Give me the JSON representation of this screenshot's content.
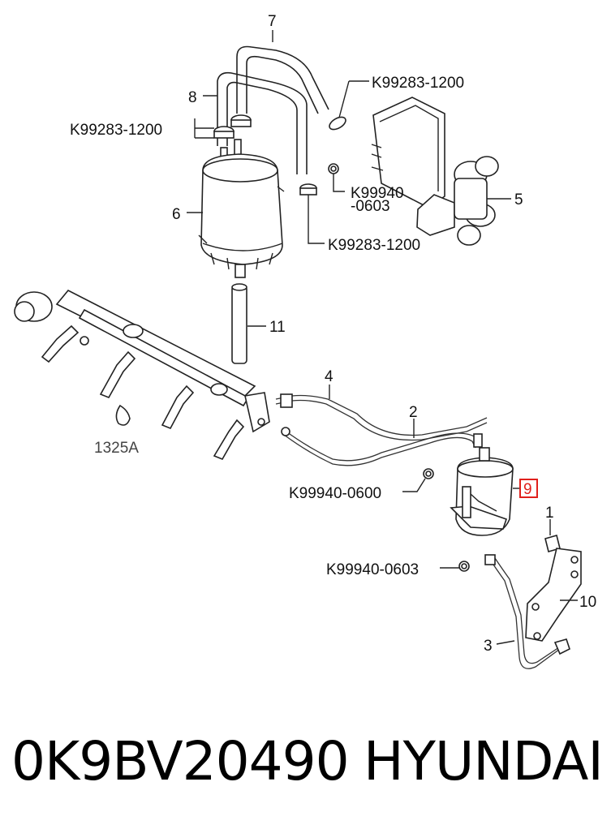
{
  "callouts": {
    "c7": "7",
    "c8": "8",
    "c6": "6",
    "c5": "5",
    "c11": "11",
    "c4": "4",
    "c2": "2",
    "c9": "9",
    "c1": "1",
    "c10": "10",
    "c3": "3",
    "clamp_upper_right": "K99283-1200",
    "clamp_upper_left": "K99283-1200",
    "clamp_lower": "K99283-1200",
    "nut_canister_line1": "K99940",
    "nut_canister_line2": "-0603",
    "nut_filter": "K99940-0600",
    "nut_bracket": "K99940-0603",
    "ref_1325a": "1325A"
  },
  "highlight_color": "#e0201c",
  "footer": {
    "part_number": "0K9BV20490",
    "brand": "HYUNDAI"
  }
}
